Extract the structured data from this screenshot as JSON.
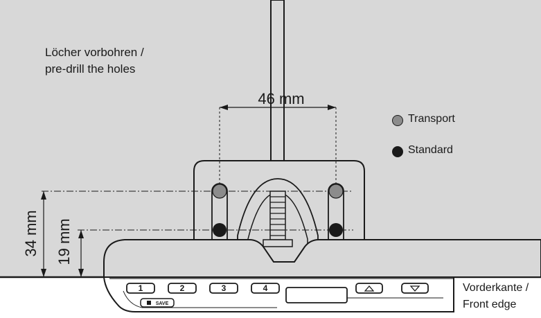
{
  "notes": {
    "predrill_de": "Löcher vorbohren /",
    "predrill_en": "pre-drill the holes"
  },
  "dimensions": {
    "spacing": "46 mm",
    "height_transport": "34 mm",
    "height_standard": "19 mm"
  },
  "legend": {
    "transport": "Transport",
    "standard": "Standard"
  },
  "edge": {
    "de": "Vorderkante /",
    "en": "Front edge"
  },
  "keypad": {
    "keys": [
      "1",
      "2",
      "3",
      "4"
    ],
    "save": "SAVE"
  },
  "colors": {
    "background": "#d8d8d8",
    "transport": "#8c8c8c",
    "standard": "#1a1a1a",
    "line": "#1a1a1a"
  }
}
